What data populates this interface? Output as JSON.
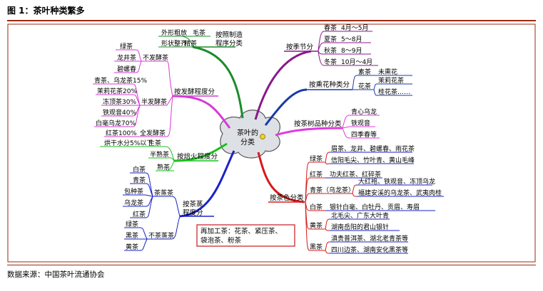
{
  "figure": {
    "title": "图 1：茶叶种类繁多",
    "source": "数据来源：中国茶叶流通协会"
  },
  "center": [
    "茶叶的",
    "分类"
  ],
  "branches": {
    "manufacture": {
      "label": [
        "按照制造",
        "程序分类"
      ],
      "items": [
        {
          "a": "外形粗放",
          "b": "毛茶"
        },
        {
          "a": "形状整齐",
          "b": "精茶"
        }
      ]
    },
    "fermentation": {
      "label": "按发酵程度分",
      "groups": [
        {
          "name": "不发酵茶",
          "teas": [
            "绿茶",
            "龙井茶",
            "碧螺春"
          ]
        },
        {
          "name": "半发酵茶",
          "teas": [
            "青茶、乌龙茶15%",
            "茉莉花茶20%",
            "冻顶茶30%",
            "铁观音40%",
            "白毫乌龙70%"
          ]
        },
        {
          "name": "全发酵茶",
          "teas": [
            "红茶100%"
          ]
        }
      ],
      "note": {
        "a": "烘干水分5%以下",
        "b": "生茶"
      }
    },
    "roasting": {
      "label": "按焙火程度分",
      "items": [
        "半熟茶",
        "熟茶"
      ]
    },
    "steaming": {
      "label": [
        "按茶蒸",
        "程度分"
      ],
      "groups": [
        {
          "name": "茶蒸茶",
          "teas": [
            "白茶",
            "青茶",
            "包种茶",
            "乌龙茶",
            "红茶"
          ]
        },
        {
          "name": "不茶蒸茶",
          "teas": [
            "绿茶",
            "黑茶",
            "黄茶"
          ]
        }
      ]
    },
    "season": {
      "label": "按季节分",
      "items": [
        {
          "a": "春茶",
          "b": "4月～5月"
        },
        {
          "a": "夏茶",
          "b": "5～8月"
        },
        {
          "a": "秋茶",
          "b": "8～9月"
        },
        {
          "a": "冬茶",
          "b": "10月～4月"
        }
      ]
    },
    "flower": {
      "label": "按熏花种类分",
      "items": [
        {
          "a": "素茶",
          "b": "未熏花"
        },
        {
          "a": "花茶",
          "b": "茉莉花茶"
        },
        {
          "a": "",
          "b": "桂花茶……"
        }
      ]
    },
    "cultivar": {
      "label": "按茶树品种分类",
      "items": [
        "青心乌龙",
        "铁观音",
        "四季春等"
      ]
    },
    "color": {
      "label": "按茶色分类",
      "groups": [
        {
          "name": "绿茶",
          "teas": [
            "眉茶、龙井、碧螺春、雨花茶",
            "信阳毛尖、竹叶青、黄山毛峰"
          ]
        },
        {
          "name": "红茶",
          "teas": [
            "功夫红茶、红碎茶"
          ]
        },
        {
          "name": "青茶（乌龙茶）",
          "teas": [
            "大红袍、铁观音、冻顶乌龙",
            "福建安溪的乌龙茶、武夷肉桂"
          ]
        },
        {
          "name": "白茶",
          "teas": [
            "银针白毫、白牡丹、贡眉、寿眉"
          ]
        },
        {
          "name": "黄茶",
          "teas": [
            "北毛尖、广东大叶青",
            "湖南岳阳的君山银针"
          ]
        },
        {
          "name": "黑茶",
          "teas": [
            "滇贵普洱茶、湖北老青茶等",
            "四川边茶、湖南安化黑茶等"
          ]
        }
      ]
    }
  },
  "reprocessed": [
    "再加工茶：花茶、紧压茶、",
    "袋泡茶、粉茶"
  ],
  "colors": {
    "frame": "#9a2a12",
    "manufacture": "#1a8c2a",
    "fermentation": "#d63ad6",
    "roasting": "#18c01e",
    "steaming": "#1a22c8",
    "season": "#8a1a8a",
    "flower": "#1a3aa8",
    "cultivar": "#e03ae0",
    "color": "#d81818"
  }
}
